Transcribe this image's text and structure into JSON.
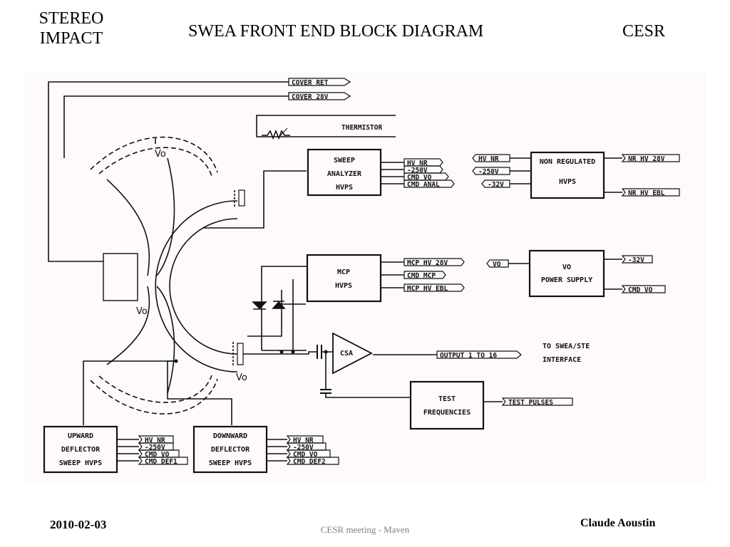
{
  "header": {
    "left_line1": "STEREO",
    "left_line2": "IMPACT",
    "title": "SWEA FRONT END BLOCK DIAGRAM",
    "right": "CESR"
  },
  "footer": {
    "date": "2010-02-03",
    "meeting": "CESR meeting - Maven",
    "author": "Claude Aoustin"
  },
  "diagram": {
    "top_signals": [
      "COVER RET",
      "COVER 28V"
    ],
    "thermistor": "THERMISTOR",
    "sweep_analyzer": {
      "lines": [
        "SWEEP",
        "ANALYZER",
        "HVPS"
      ],
      "signals": [
        "HV NR",
        "-250V",
        "CMD VO",
        "CMD ANAL"
      ]
    },
    "non_regulated": {
      "lines": [
        "NON REGULATED",
        "HVPS"
      ],
      "outputs": [
        "HV NR",
        "-250V",
        "-32V"
      ],
      "inputs": [
        "NR HV 28V",
        "NR HV EBL"
      ]
    },
    "mcp": {
      "lines": [
        "MCP",
        "HVPS"
      ],
      "signals": [
        "MCP HV 28V",
        "CMD MCP",
        "MCP HV EBL"
      ]
    },
    "vo_supply": {
      "lines": [
        "VO",
        "POWER SUPPLY"
      ],
      "output": "VO",
      "inputs": [
        "-32V",
        "CMD VO"
      ]
    },
    "csa": "CSA",
    "output_signal": "OUTPUT 1 TO 16",
    "interface_lines": [
      "TO SWEA/STE",
      "INTERFACE"
    ],
    "test_frequencies": {
      "lines": [
        "TEST",
        "FREQUENCIES"
      ],
      "input": "TEST PULSES"
    },
    "upward_deflector": {
      "lines": [
        "UPWARD",
        "DEFLECTOR",
        "SWEEP HVPS"
      ],
      "signals": [
        "HV NR",
        "-250V",
        "CMD VO",
        "CMD DEF1"
      ]
    },
    "downward_deflector": {
      "lines": [
        "DOWNWARD",
        "DEFLECTOR",
        "SWEEP HVPS"
      ],
      "signals": [
        "HV NR",
        "-250V",
        "CMD VO",
        "CMD DEF2"
      ]
    },
    "vo_labels": [
      "Vo",
      "Vo",
      "Vo"
    ]
  }
}
